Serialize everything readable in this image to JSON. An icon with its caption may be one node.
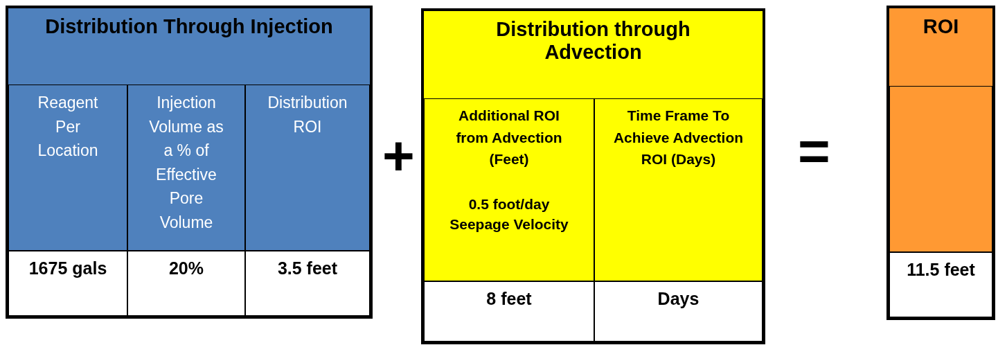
{
  "diagram": {
    "nodes": [
      {
        "text": [
          "Distribution Through Injection"
        ]
      },
      {
        "text": [
          "Reagent Per Location"
        ],
        "in": 0
      },
      {
        "text": [
          "Injection Volume as a % of Effective Pore Volume"
        ],
        "in": 0
      },
      {
        "text": [
          "Distribution ROI"
        ],
        "in": 0
      },
      {
        "text": [
          "1675 gals"
        ],
        "in": 0
      },
      {
        "text": [
          "20%"
        ],
        "in": 0
      },
      {
        "text": [
          "3.5 feet"
        ],
        "in": 0
      },
      {
        "text": [
          "Distribution through Advection"
        ]
      },
      {
        "text": [
          "Additional ROI from Advection (Feet)",
          "0.5 foot/day Seepage Velocity"
        ],
        "in": 7
      },
      {
        "text": [
          "Time Frame To Achieve Advection ROI (Days)"
        ],
        "in": 7
      },
      {
        "text": [
          "8 feet"
        ],
        "in": 7
      },
      {
        "text": [
          "Days"
        ],
        "in": 7
      },
      {
        "text": [
          "ROI"
        ]
      },
      {
        "text": [],
        "shape": "box",
        "in": 12
      },
      {
        "text": [
          "11.5 feet"
        ],
        "in": 12
      }
    ],
    "labels": [
      "+",
      "="
    ]
  }
}
